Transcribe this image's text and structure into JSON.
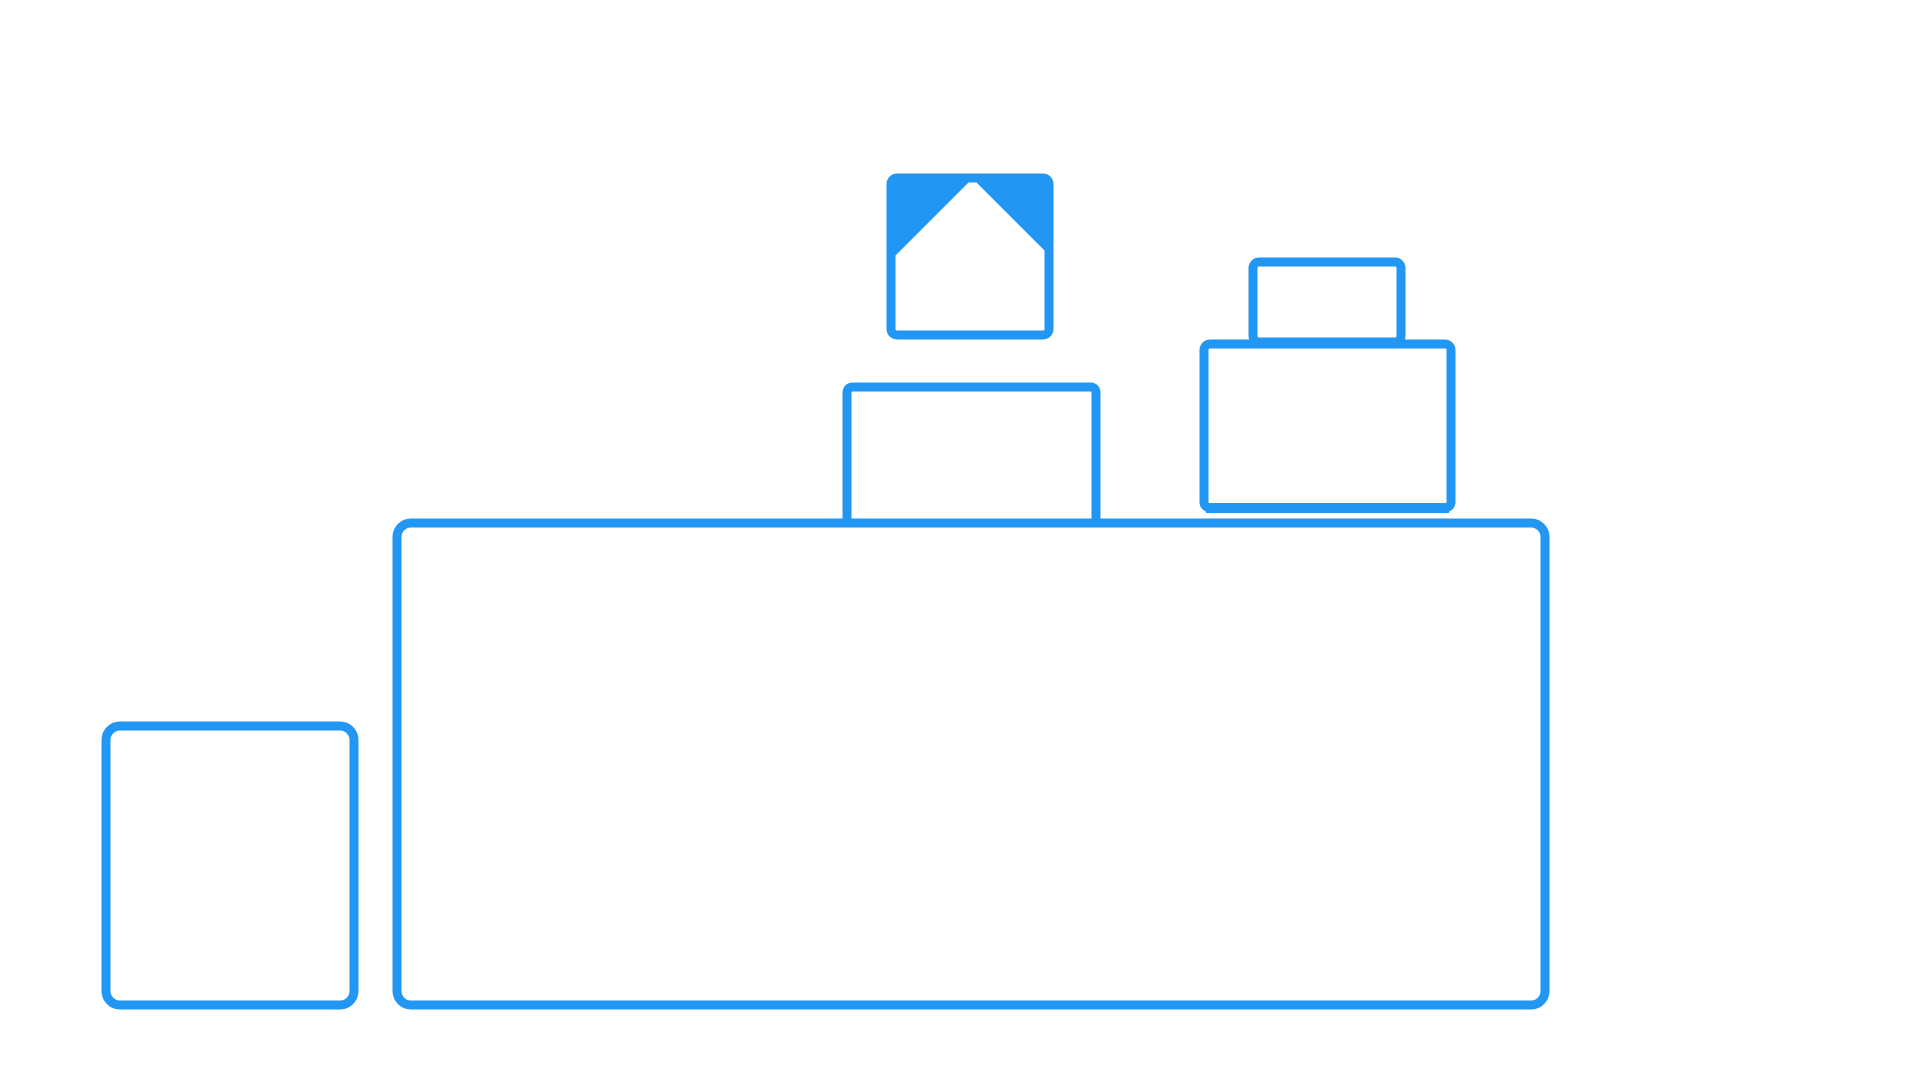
{
  "colors": {
    "stroke": "#2196F3",
    "fill_accent": "#2196F3",
    "background": "#FFFFFF"
  },
  "shapes": [
    {
      "name": "large-base-block",
      "kind": "rounded-rect"
    },
    {
      "name": "small-left-block",
      "kind": "rounded-rect"
    },
    {
      "name": "center-top-block",
      "kind": "rect"
    },
    {
      "name": "right-stack-lower-block",
      "kind": "rect"
    },
    {
      "name": "right-stack-upper-block",
      "kind": "rect"
    },
    {
      "name": "house-icon",
      "kind": "house"
    }
  ]
}
